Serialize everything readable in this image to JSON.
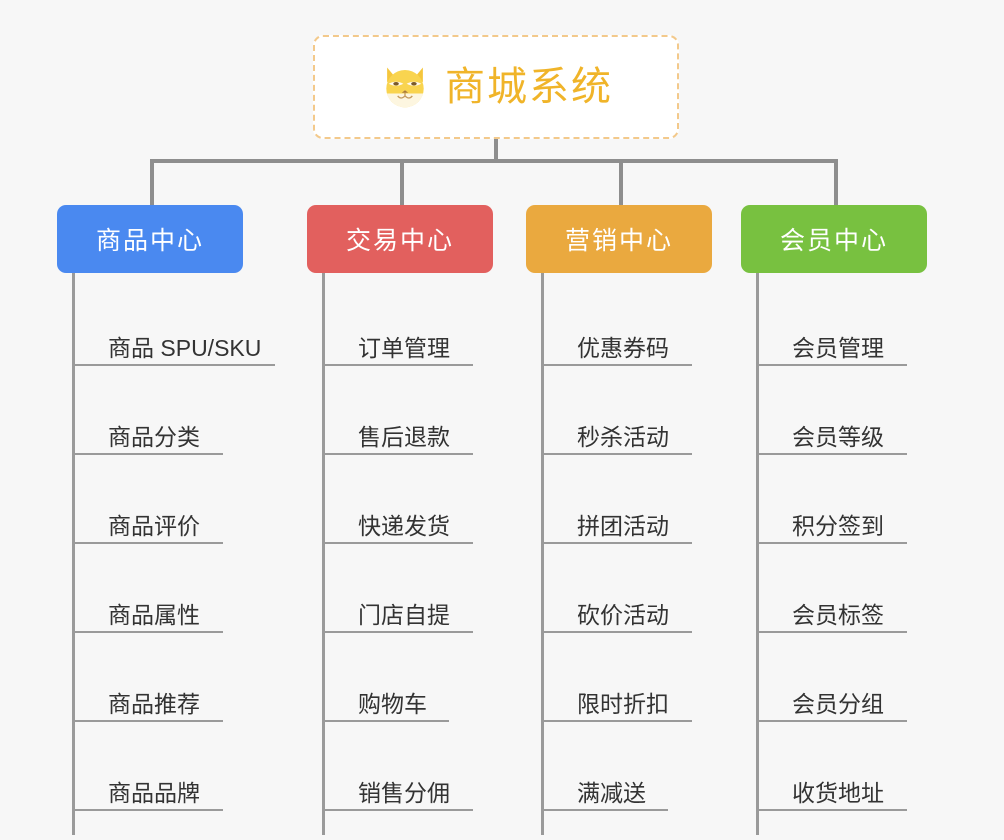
{
  "page": {
    "background_color": "#f7f7f7",
    "connector_color": "#8e8e8e"
  },
  "root": {
    "title": "商城系统",
    "emoji_name": "shiba-dog-face-emoji",
    "text_color": "#f0b429",
    "border_color": "#f3c98b",
    "background_color": "#ffffff"
  },
  "columns": [
    {
      "id": "product-center",
      "label": "商品中心",
      "color": "#4a89f0",
      "items": [
        {
          "label": "商品 SPU/SKU",
          "rule_width": 200
        },
        {
          "label": "商品分类",
          "rule_width": 148
        },
        {
          "label": "商品评价",
          "rule_width": 148
        },
        {
          "label": "商品属性",
          "rule_width": 148
        },
        {
          "label": "商品推荐",
          "rule_width": 148
        },
        {
          "label": "商品品牌",
          "rule_width": 148
        }
      ]
    },
    {
      "id": "trade-center",
      "label": "交易中心",
      "color": "#e2605e",
      "items": [
        {
          "label": "订单管理",
          "rule_width": 148
        },
        {
          "label": "售后退款",
          "rule_width": 148
        },
        {
          "label": "快递发货",
          "rule_width": 148
        },
        {
          "label": "门店自提",
          "rule_width": 148
        },
        {
          "label": "购物车",
          "rule_width": 124
        },
        {
          "label": "销售分佣",
          "rule_width": 148
        }
      ]
    },
    {
      "id": "marketing-center",
      "label": "营销中心",
      "color": "#eaa93f",
      "items": [
        {
          "label": "优惠券码",
          "rule_width": 148
        },
        {
          "label": "秒杀活动",
          "rule_width": 148
        },
        {
          "label": "拼团活动",
          "rule_width": 148
        },
        {
          "label": "砍价活动",
          "rule_width": 148
        },
        {
          "label": "限时折扣",
          "rule_width": 148
        },
        {
          "label": "满减送",
          "rule_width": 124
        }
      ]
    },
    {
      "id": "member-center",
      "label": "会员中心",
      "color": "#78c140",
      "items": [
        {
          "label": "会员管理",
          "rule_width": 148
        },
        {
          "label": "会员等级",
          "rule_width": 148
        },
        {
          "label": "积分签到",
          "rule_width": 148
        },
        {
          "label": "会员标签",
          "rule_width": 148
        },
        {
          "label": "会员分组",
          "rule_width": 148
        },
        {
          "label": "收货地址",
          "rule_width": 148
        }
      ]
    }
  ]
}
